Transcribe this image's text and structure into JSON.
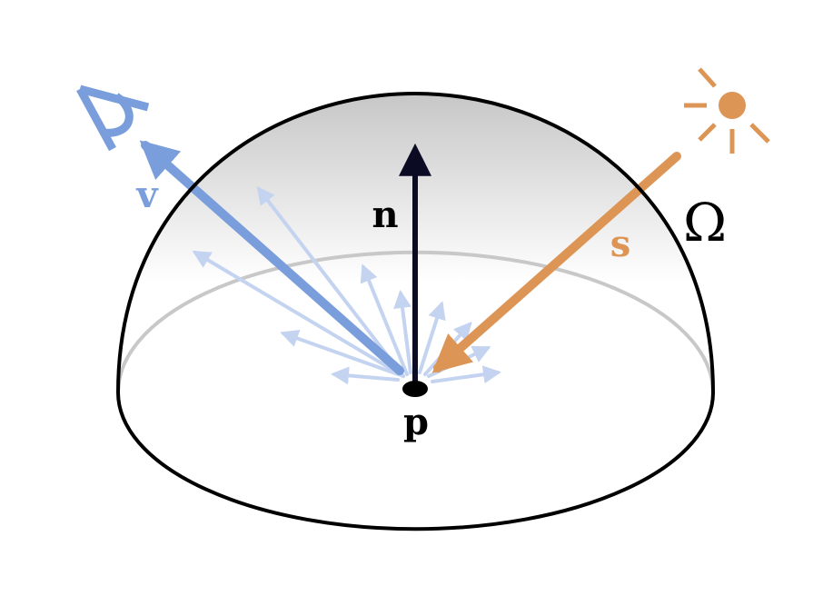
{
  "labels": {
    "normal": "n",
    "point": "p",
    "view": "v",
    "light": "s",
    "hemisphere": "Ω"
  },
  "colors": {
    "view": "#7a9edb",
    "view_light": "#c4d4f0",
    "light": "#dd9555",
    "normal": "#0b0b24",
    "outline": "#000000",
    "equator": "#c8c8c8",
    "shade_top": "#c6c6c6"
  },
  "icons": {
    "viewer": "eye-icon",
    "light_source": "sun-icon"
  }
}
